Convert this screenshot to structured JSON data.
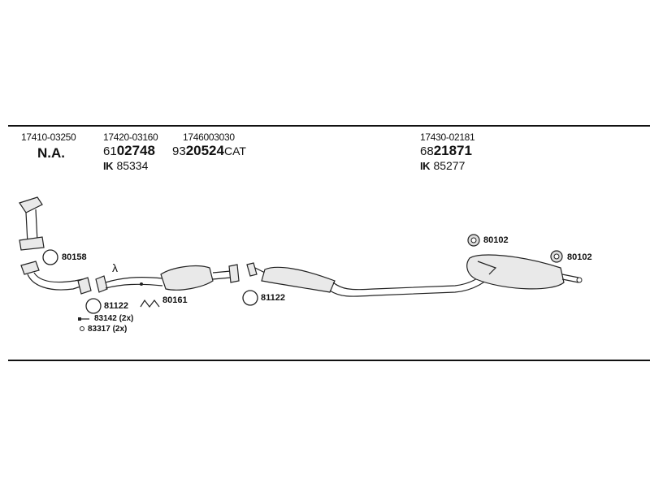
{
  "groups": [
    {
      "part_no": "17410-03250",
      "na": "N.A."
    },
    {
      "part_no": "17420-03160",
      "prefix": "61",
      "number": "02748",
      "mk": "85334"
    },
    {
      "part_no": "1746003030",
      "prefix": "93",
      "number": "20524",
      "suffix": "CAT"
    },
    {
      "part_no": "17430-02181",
      "prefix": "68",
      "number": "21871",
      "mk": "85277"
    }
  ],
  "mk_icon": "IK",
  "lambda_symbol": "λ",
  "callouts": {
    "c80158": "80158",
    "c81122a": "81122",
    "c80161": "80161",
    "c83142": "83142 (2x)",
    "c83317": "83317 (2x)",
    "c81122b": "81122",
    "c80102a": "80102",
    "c80102b": "80102"
  }
}
